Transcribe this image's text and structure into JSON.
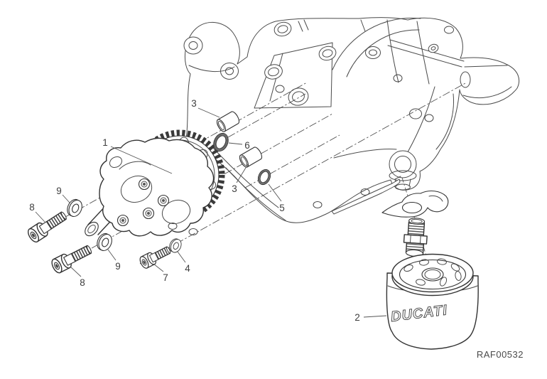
{
  "figure": {
    "background": "#ffffff",
    "line_color": "#3a3a3a",
    "drawing_code": "RAF00532",
    "filter_logo": "DUCATI",
    "callouts": {
      "c1": "1",
      "c2": "2",
      "c3_upper": "3",
      "c3_lower": "3",
      "c4": "4",
      "c5": "5",
      "c6": "6",
      "c7": "7",
      "c8_upper": "8",
      "c8_lower": "8",
      "c9_upper": "9",
      "c9_lower": "9"
    }
  }
}
